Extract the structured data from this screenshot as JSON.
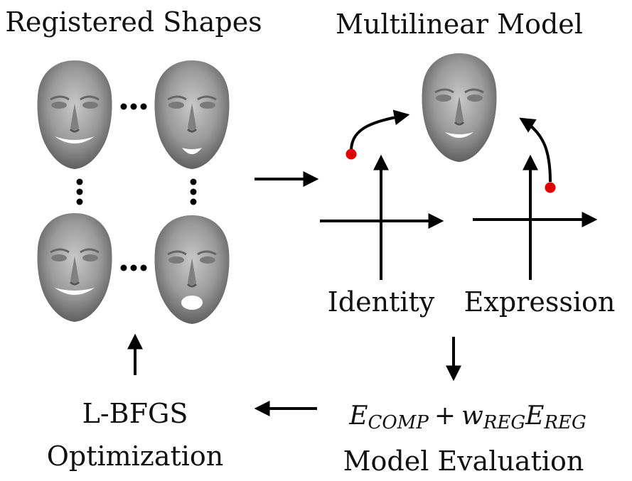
{
  "titles": {
    "registered": "Registered Shapes",
    "multilinear": "Multilinear Model"
  },
  "axes": {
    "identity": "Identity",
    "expression": "Expression"
  },
  "energy": {
    "e1": "E",
    "e1_sub": "COMP",
    "plus": "+",
    "w": "w",
    "w_sub": "REG",
    "e2": "E",
    "e2_sub": "REG"
  },
  "steps": {
    "evaluation": "Model Evaluation",
    "optimizer_line1": "L-BFGS",
    "optimizer_line2": "Optimization"
  },
  "colors": {
    "face_light": "#c9c9c9",
    "face_mid": "#9a9a9a",
    "face_dark": "#555555",
    "arrow": "#000000",
    "point": "#e00000"
  }
}
